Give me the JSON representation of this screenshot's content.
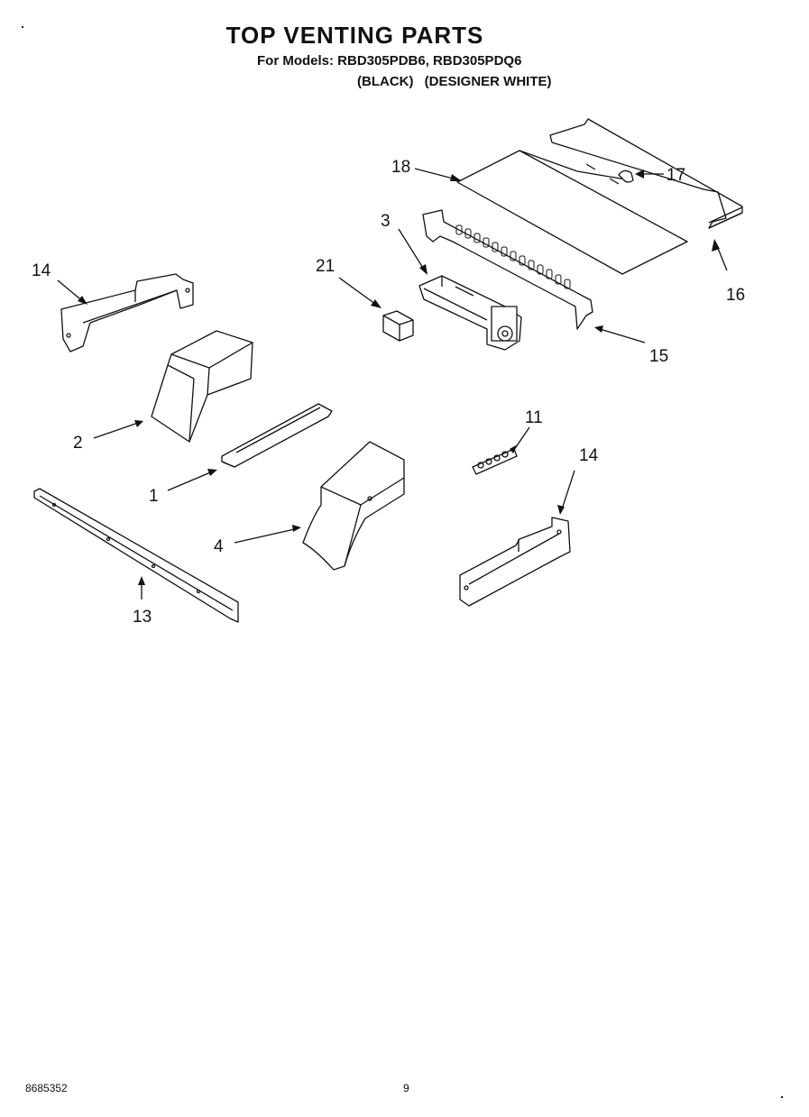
{
  "header": {
    "title": "TOP VENTING PARTS",
    "models_line": "For Models: RBD305PDB6, RBD305PDQ6",
    "color_black": "(BLACK)",
    "color_white": "(DESIGNER WHITE)"
  },
  "callouts": {
    "c18": "18",
    "c17": "17",
    "c3": "3",
    "c16": "16",
    "c14a": "14",
    "c21": "21",
    "c15": "15",
    "c2": "2",
    "c11": "11",
    "c14b": "14",
    "c1": "1",
    "c4": "4",
    "c13": "13"
  },
  "footer": {
    "doc_number": "8685352",
    "page_number": "9"
  }
}
